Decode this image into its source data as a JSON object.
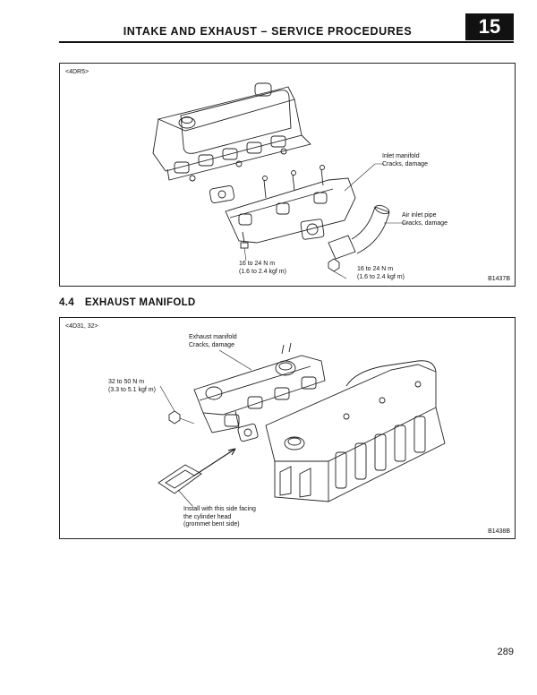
{
  "header": {
    "title": "INTAKE AND EXHAUST – SERVICE PROCEDURES",
    "chapter": "15"
  },
  "figure1": {
    "tag": "<4DR5>",
    "code": "B1437B",
    "callouts": {
      "inlet_manifold": [
        "Inlet manifold",
        "Cracks, damage"
      ],
      "air_inlet_pipe": [
        "Air inlet pipe",
        "Cracks, damage"
      ],
      "torque_left": [
        "16 to 24 N m",
        "(1.6 to 2.4 kgf m)"
      ],
      "torque_right": [
        "16 to 24 N m",
        "(1.6 to 2.4 kgf m)"
      ]
    }
  },
  "section": {
    "number": "4.4",
    "title": "EXHAUST MANIFOLD"
  },
  "figure2": {
    "tag": "<4D31, 32>",
    "code": "B1438B",
    "callouts": {
      "exhaust_manifold": [
        "Exhaust manifold",
        "Cracks, damage"
      ],
      "torque": [
        "32 to 50 N m",
        "(3.3 to 5.1 kgf m)"
      ],
      "gasket_note": [
        "Install with this side facing",
        "the cylinder head",
        "(grommet bent side)"
      ]
    }
  },
  "footer": {
    "page_number": "289"
  }
}
